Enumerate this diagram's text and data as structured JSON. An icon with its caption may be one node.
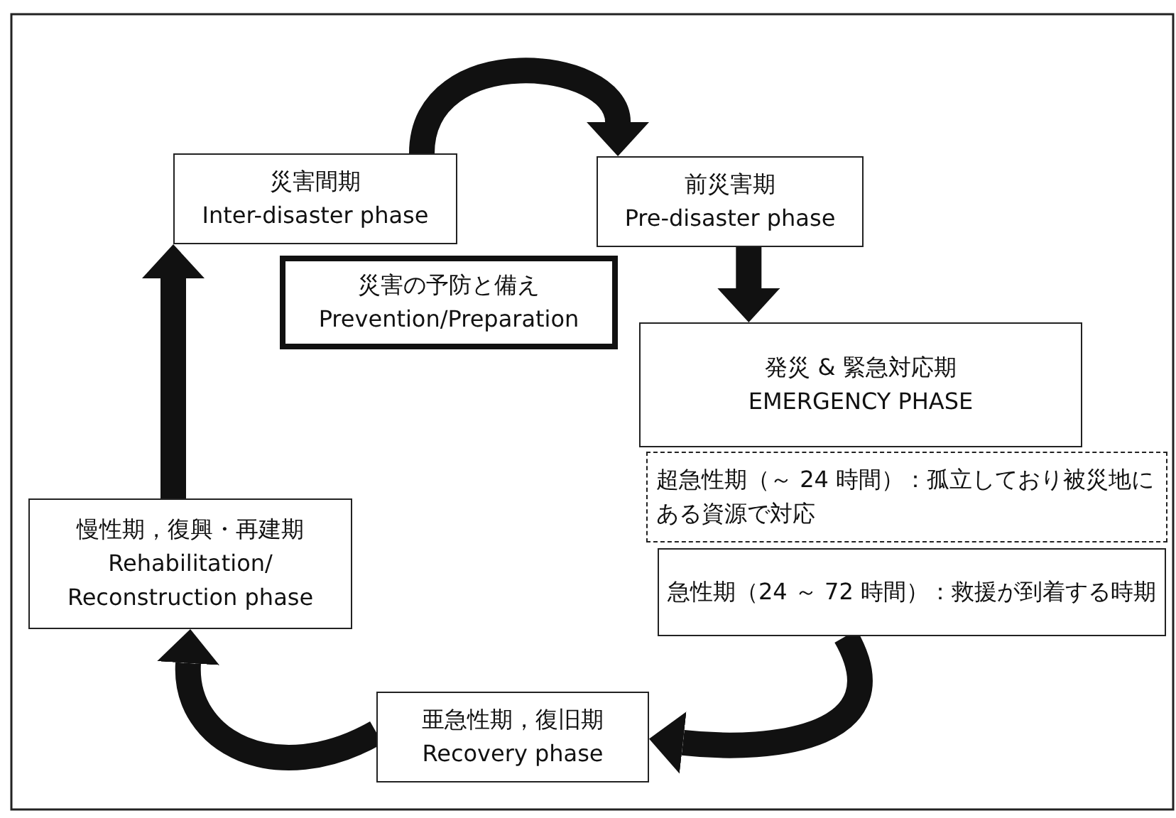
{
  "diagram": {
    "nodes": [
      {
        "text": [
          "災害間期",
          "Inter-disaster phase"
        ]
      },
      {
        "text": [
          "前災害期",
          "Pre-disaster phase"
        ]
      },
      {
        "text": [
          "災害の予防と備え",
          "Prevention/Preparation"
        ]
      },
      {
        "text": [
          "発災 & 緊急対応期",
          "EMERGENCY PHASE"
        ]
      },
      {
        "text": [
          "超急性期（～ 24 時間）：孤立しており被災地にある資源で対応"
        ]
      },
      {
        "text": [
          "急性期（24 ～ 72 時間）：救援が到着する時期"
        ]
      },
      {
        "text": [
          "慢性期，復興・再建期",
          "Rehabilitation/ Reconstruction phase"
        ]
      },
      {
        "text": [
          "亜急性期，復旧期",
          "Recovery phase"
        ]
      }
    ],
    "edges": [
      {
        "from": 0,
        "to": 1,
        "arrow": "to"
      },
      {
        "from": 1,
        "to": 3,
        "arrow": "to"
      },
      {
        "from": 5,
        "to": 7,
        "arrow": "to"
      },
      {
        "from": 7,
        "to": 6,
        "arrow": "to"
      },
      {
        "from": 6,
        "to": 0,
        "arrow": "to"
      }
    ]
  }
}
